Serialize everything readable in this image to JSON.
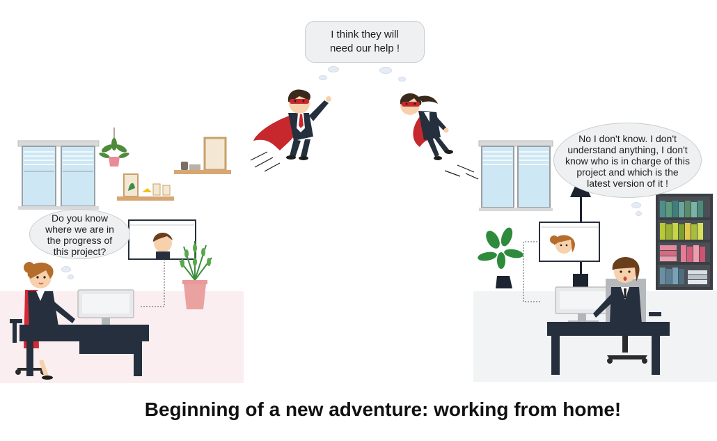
{
  "bubbles": {
    "top": "I think they will need our help !",
    "left": "Do you know where we are in the progress of this project?",
    "right": "No I don't know. I don't understand anything, I don't know who is in charge of this project and which is the latest version of it !"
  },
  "caption": "Beginning of a new adventure: working from home!",
  "colors": {
    "cape_red": "#c6282e",
    "desk_navy": "#262f3d",
    "left_floor": "#fbeef0",
    "right_floor": "#f1f3f4",
    "window_blue": "#cde7f4",
    "hair_brown": "#8a5a2b",
    "plant_green": "#2e8b3c"
  },
  "icons": [
    "window-icon",
    "hanging-plant-icon",
    "wall-shelf-icon",
    "potted-plant-icon",
    "bookshelf-icon",
    "floor-lamp-icon",
    "video-call-monitor-icon",
    "desktop-computer-icon",
    "desk-icon",
    "office-chair-icon",
    "superhero-man-icon",
    "superhero-woman-icon"
  ]
}
